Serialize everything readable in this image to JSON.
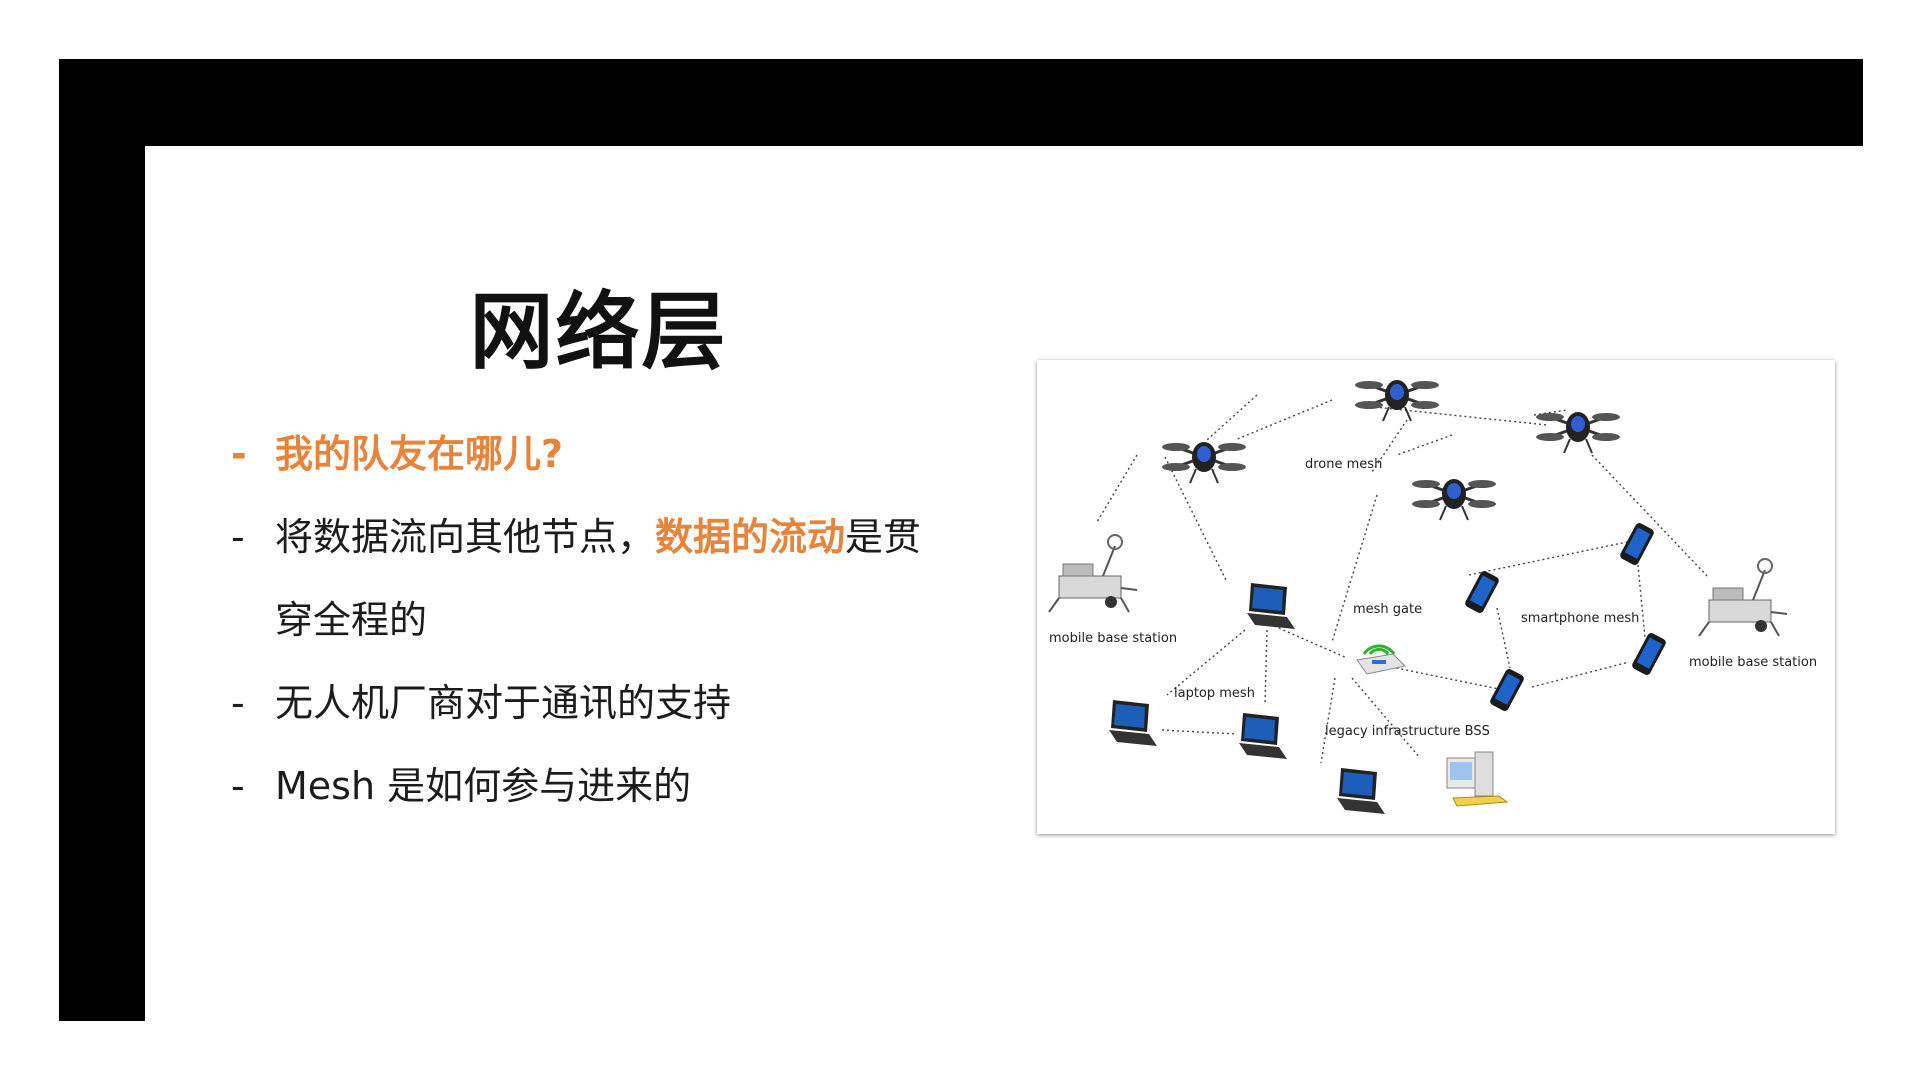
{
  "slide": {
    "title": "网络层",
    "bullets": [
      {
        "dash": "-",
        "text": "我的队友在哪儿?",
        "highlight": true
      },
      {
        "dash": "-",
        "before": "将数据流向其他节点，",
        "accent": "数据的流动",
        "after": "是贯",
        "cont": "穿全程的"
      },
      {
        "dash": "-",
        "text": "无人机厂商对于通讯的支持"
      },
      {
        "dash": "-",
        "text": "Mesh 是如何参与进来的"
      }
    ]
  },
  "diagram": {
    "labels": {
      "drone_mesh": "drone mesh",
      "mesh_gate": "mesh gate",
      "smartphone_mesh": "smartphone mesh",
      "laptop_mesh": "laptop mesh",
      "legacy_bss": "legacy infrastructure BSS",
      "base_station_left": "mobile base station",
      "base_station_right": "mobile base station"
    },
    "icons": [
      "drone-icon",
      "laptop-icon",
      "smartphone-icon",
      "router-icon",
      "trailer-icon",
      "desktop-pc-icon"
    ]
  },
  "colors": {
    "accent": "#e8833a",
    "frame": "#000000",
    "text": "#1c1c1c"
  }
}
